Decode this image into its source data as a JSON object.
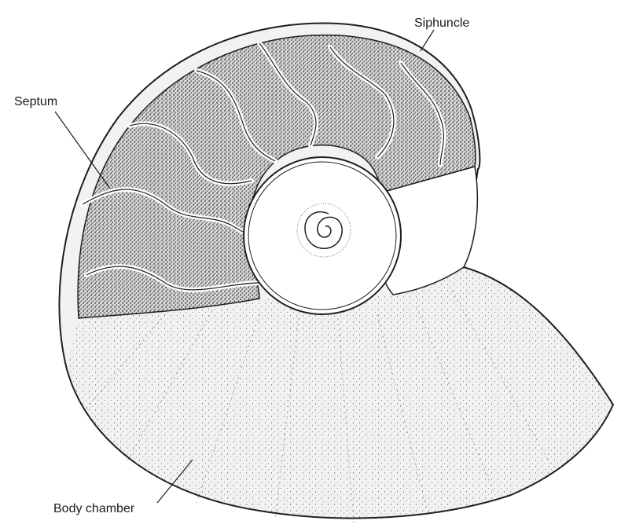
{
  "labels": {
    "siphuncle": "Siphuncle",
    "septum": "Septum",
    "body_chamber": "Body chamber"
  },
  "colors": {
    "ink": "#1e1e1e",
    "paper": "#ffffff",
    "chamber_fill": "#e9e9e9"
  }
}
